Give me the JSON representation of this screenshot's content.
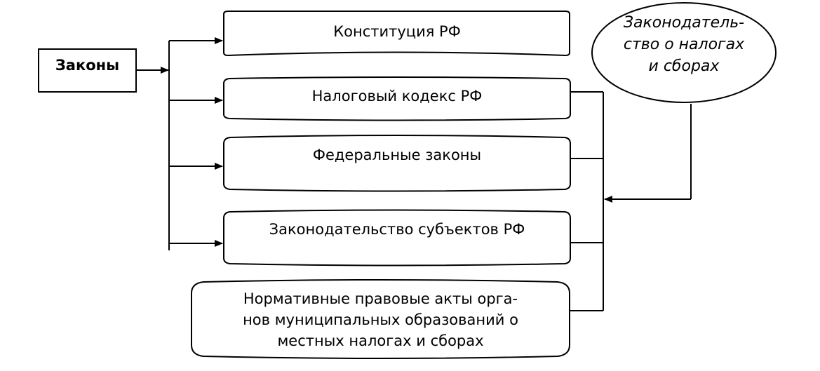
{
  "root": {
    "label": "Законы"
  },
  "boxes": [
    {
      "id": "constitution",
      "label": "Конституция РФ"
    },
    {
      "id": "tax-code",
      "label": "Налоговый кодекс РФ"
    },
    {
      "id": "federal-laws",
      "label": "Федеральные законы"
    },
    {
      "id": "regional-legislation",
      "label": "Законодательство субъектов РФ"
    },
    {
      "id": "municipal-acts",
      "lines": [
        "Нормативные правовые акты орга-",
        "нов муниципальных образований о",
        "местных налогах и сборах"
      ]
    }
  ],
  "ellipse": {
    "lines": [
      "Законодатель-",
      "ство о налогах",
      "и сборах"
    ]
  }
}
